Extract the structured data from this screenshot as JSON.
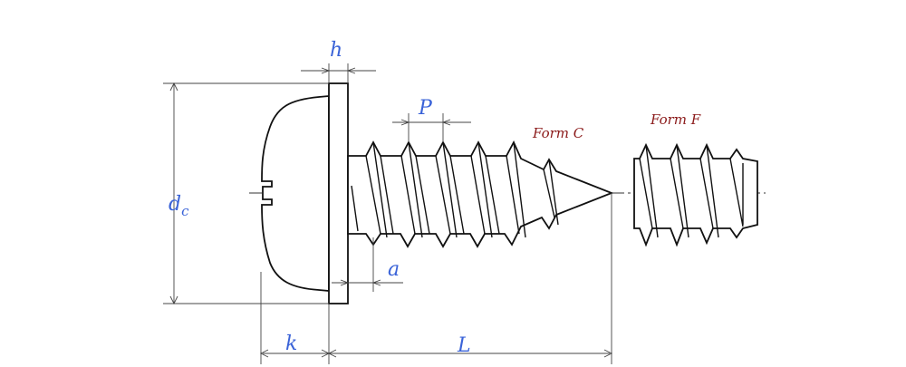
{
  "labels": {
    "head_height": "h",
    "pitch": "P",
    "head_diameter": "d",
    "head_diameter_subscript": "c",
    "thread_clearance": "a",
    "head_length": "k",
    "length": "L"
  },
  "forms": {
    "tip_form": "Form C",
    "flat_form": "Form F"
  },
  "colors": {
    "dimension_label": "#3a63d8",
    "form_label": "#8b1a1a",
    "outline": "#111111"
  }
}
